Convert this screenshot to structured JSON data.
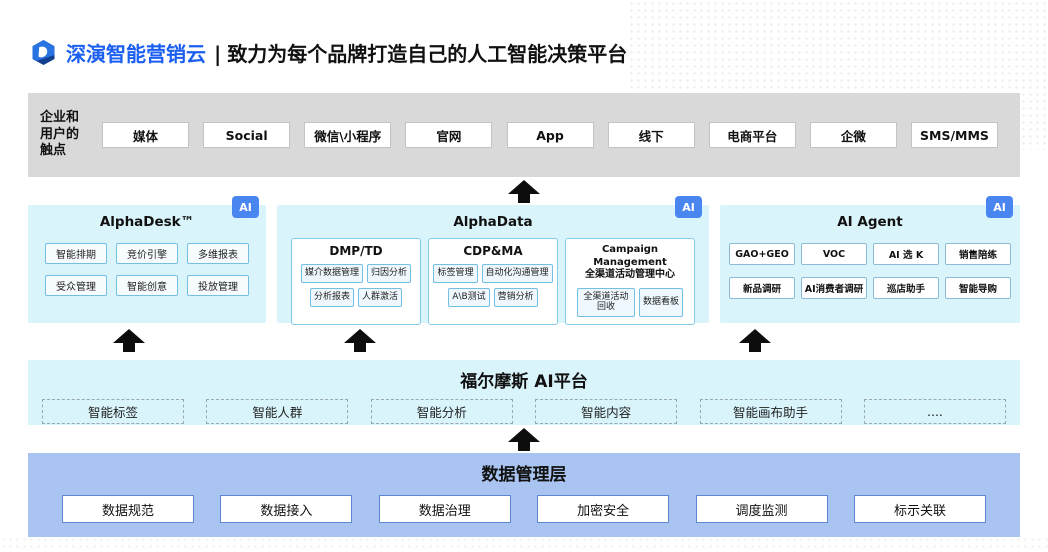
{
  "header": {
    "brand": "深演智能营销云",
    "divider": "|",
    "tagline": "致力为每个品牌打造自己的人工智能决策平台"
  },
  "touchpoints": {
    "label": "企业和用户的触点",
    "items": [
      "媒体",
      "Social",
      "微信\\小程序",
      "官网",
      "App",
      "线下",
      "电商平台",
      "企微",
      "SMS/MMS"
    ]
  },
  "panels": {
    "alphadesk": {
      "title": "AlphaDesk™",
      "badge": "AI",
      "items": [
        "智能排期",
        "竞价引擎",
        "多维报表",
        "受众管理",
        "智能创意",
        "投放管理"
      ]
    },
    "alphadata": {
      "title": "AlphaData",
      "badge": "AI",
      "groups": [
        {
          "title": "DMP/TD",
          "items": [
            "媒介数据管理",
            "归因分析",
            "分析报表",
            "人群激活"
          ]
        },
        {
          "title": "CDP&MA",
          "items": [
            "标签管理",
            "自动化沟通管理",
            "A\\B测试",
            "营销分析"
          ]
        },
        {
          "title_en": "Campaign Management",
          "title_zh": "全渠道活动管理中心",
          "items": [
            "全渠道活动回收",
            "数据看板"
          ]
        }
      ]
    },
    "ai_agent": {
      "title": "AI Agent",
      "badge": "AI",
      "items": [
        "GAO+GEO",
        "VOC",
        "AI 选 K",
        "销售陪练",
        "新品调研",
        "AI消费者调研",
        "巡店助手",
        "智能导购"
      ]
    }
  },
  "ai_platform": {
    "title": "福尔摩斯 AI平台",
    "items": [
      "智能标签",
      "智能人群",
      "智能分析",
      "智能内容",
      "智能画布助手",
      "...."
    ]
  },
  "data_layer": {
    "title": "数据管理层",
    "items": [
      "数据规范",
      "数据接入",
      "数据治理",
      "加密安全",
      "调度监测",
      "标示关联"
    ]
  },
  "colors": {
    "brand_blue": "#1b5ff0",
    "panel_cyan": "#d9f4fb",
    "touchpoint_gray": "#d9d9d9",
    "data_band_blue": "#a9c4f1",
    "ai_badge_blue": "#4a86f0",
    "arrow_black": "#0d0d0d"
  }
}
